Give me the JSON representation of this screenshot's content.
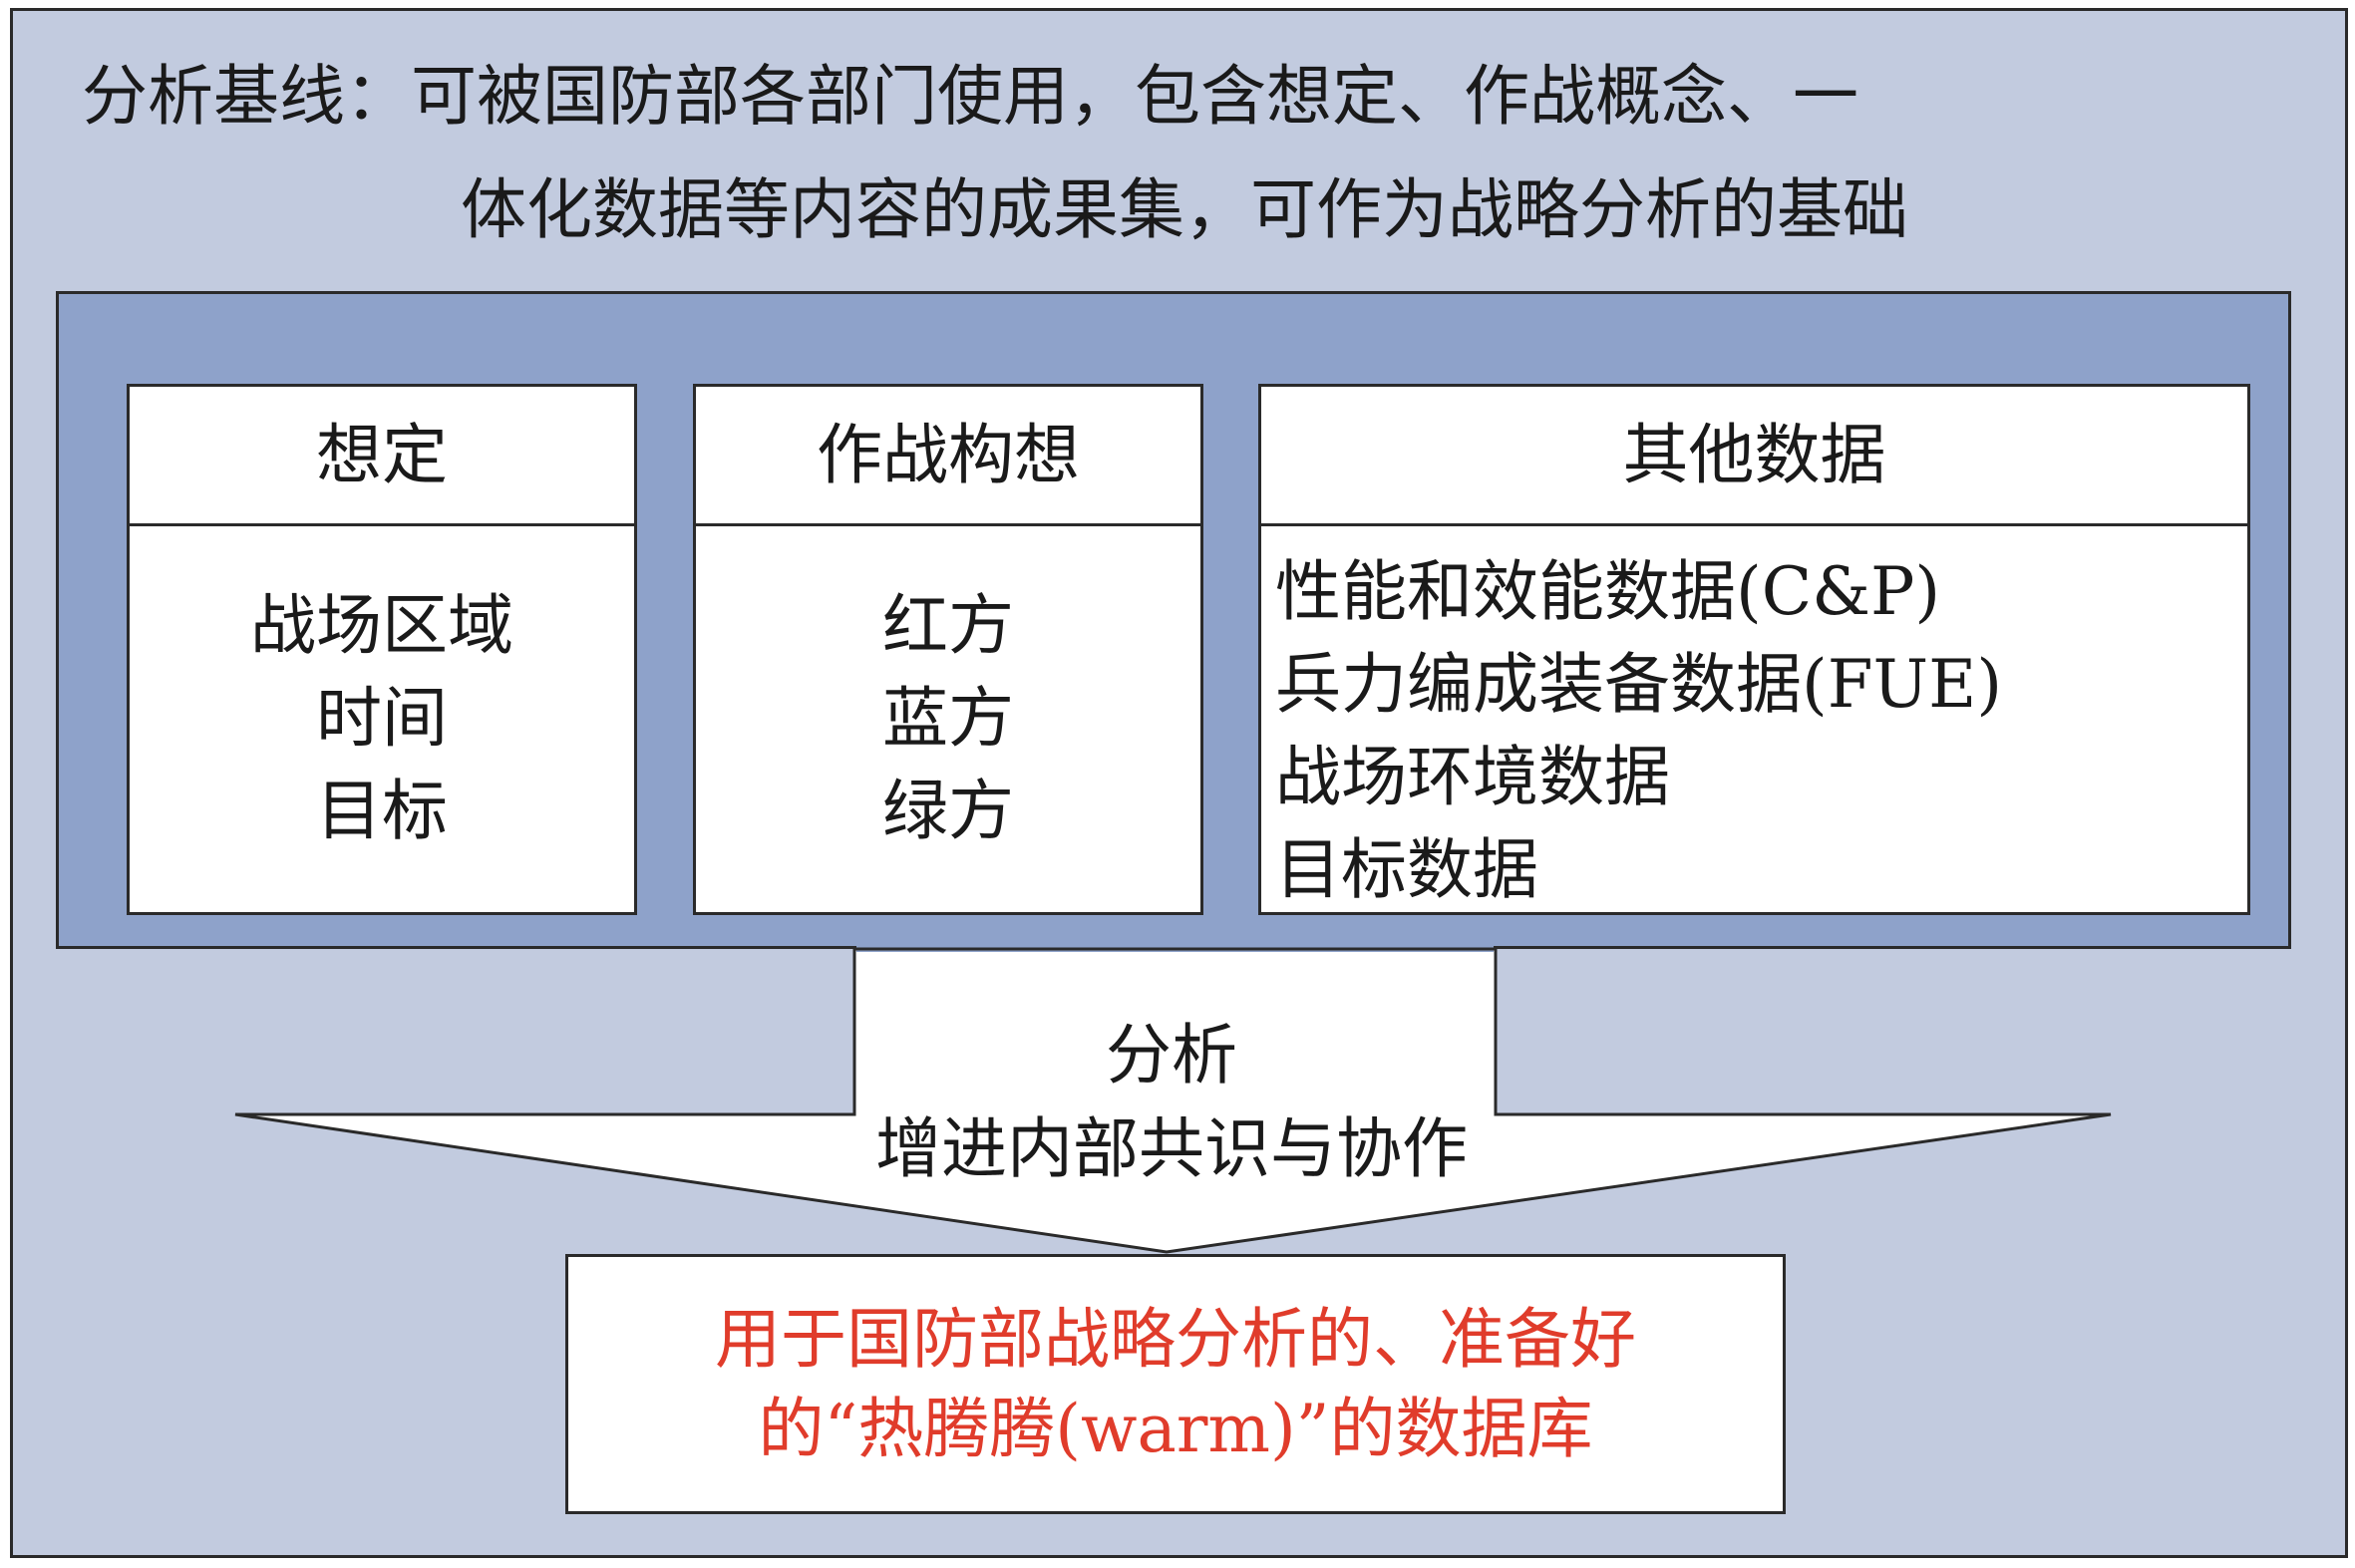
{
  "colors": {
    "outer_background": "#c2cbdf",
    "inner_background": "#8ea2ca",
    "card_background": "#ffffff",
    "border": "#2a2a2a",
    "result_text": "#e03c2b"
  },
  "header": {
    "line1": "分析基线：可被国防部各部门使用，包含想定、作战概念、一",
    "line2": "体化数据等内容的成果集，可作为战略分析的基础"
  },
  "cards": [
    {
      "title": "想定",
      "lines": [
        "战场区域",
        "时间",
        "目标"
      ]
    },
    {
      "title": "作战构想",
      "lines": [
        "红方",
        "蓝方",
        "绿方"
      ]
    },
    {
      "title": "其他数据",
      "lines": [
        "性能和效能数据(C&P)",
        "兵力编成装备数据(FUE)",
        "战场环境数据",
        "目标数据"
      ]
    }
  ],
  "arrow": {
    "line1": "分析",
    "line2": "增进内部共识与协作"
  },
  "result": {
    "line1": "用于国防部战略分析的、准备好",
    "line2": "的“热腾腾(warm)”的数据库"
  }
}
